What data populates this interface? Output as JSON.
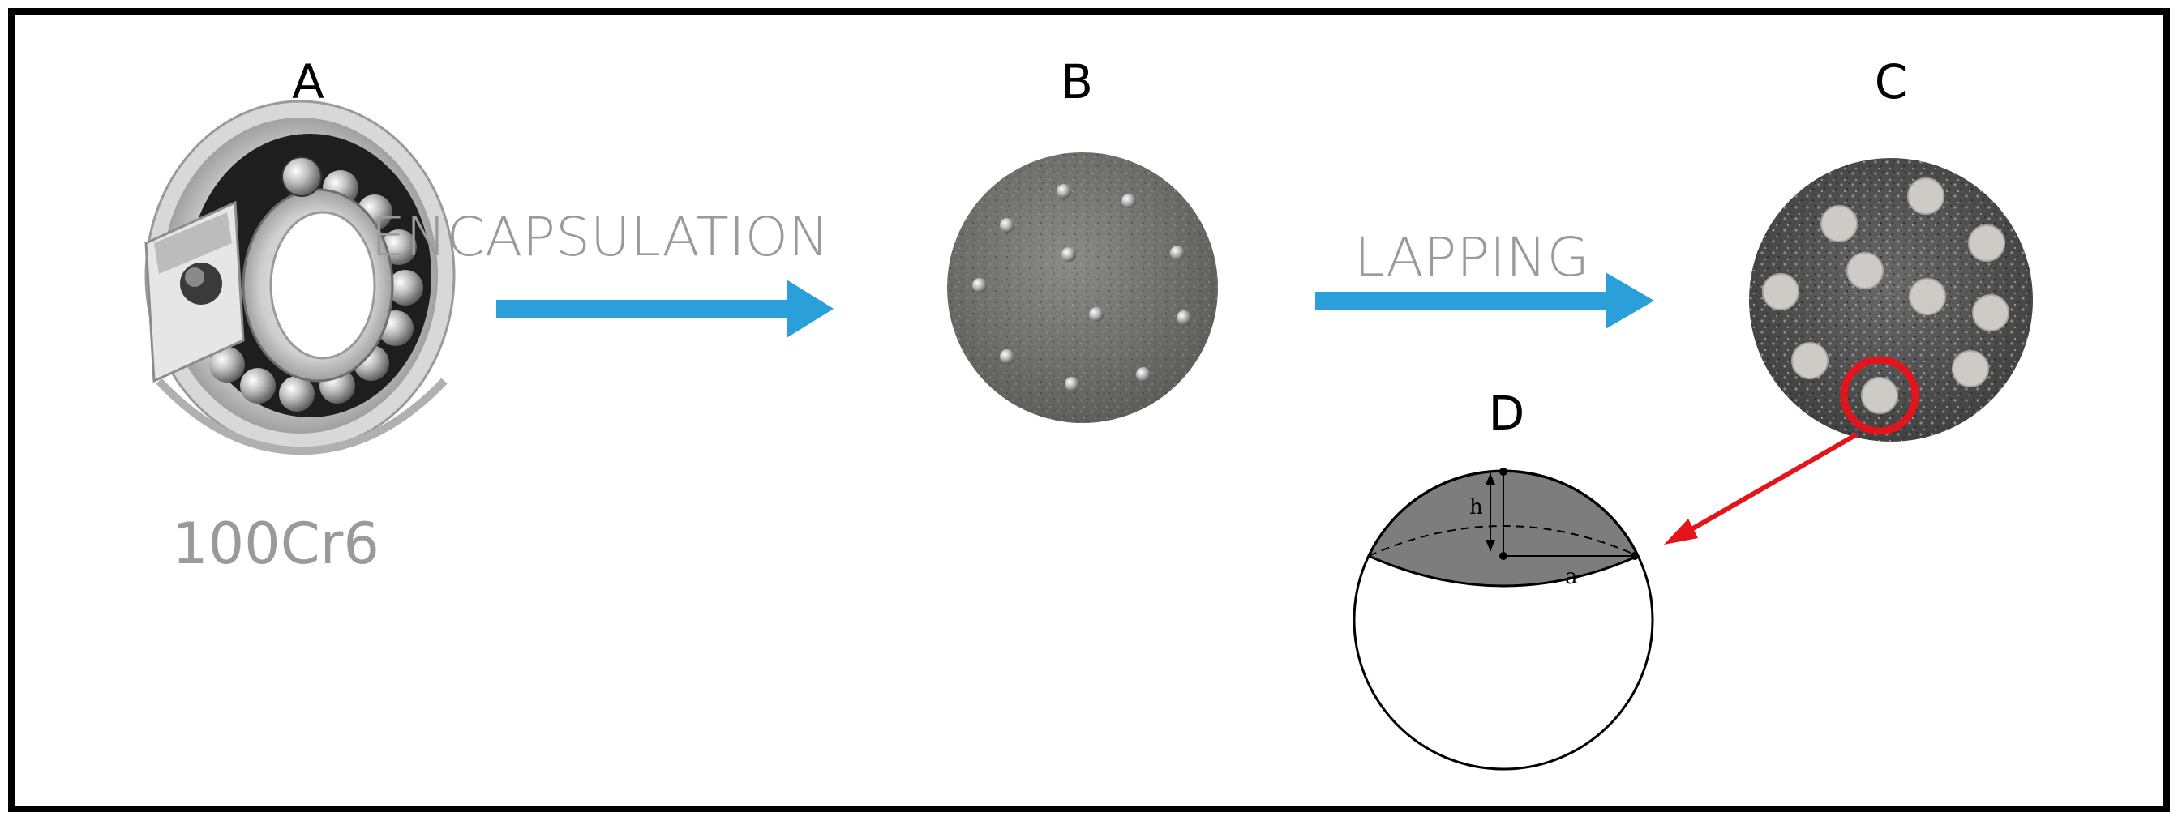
{
  "panels": {
    "a": {
      "letter": "A",
      "material": "100Cr6"
    },
    "b": {
      "letter": "B"
    },
    "c": {
      "letter": "C"
    },
    "d": {
      "letter": "D",
      "height_label": "h",
      "radius_label": "a"
    }
  },
  "steps": [
    {
      "label": "ENCAPSULATION"
    },
    {
      "label": "LAPPING"
    }
  ],
  "colors": {
    "arrow": "#2b9fd9",
    "highlight": "#e3141b",
    "border": "#000000",
    "label_gray": "#9a9a9a",
    "cap_fill": "#7d7d7d"
  },
  "icons": [
    "ball-bearing-icon",
    "steel-sample-disc",
    "lapped-sample-disc",
    "spherical-cap-diagram"
  ]
}
